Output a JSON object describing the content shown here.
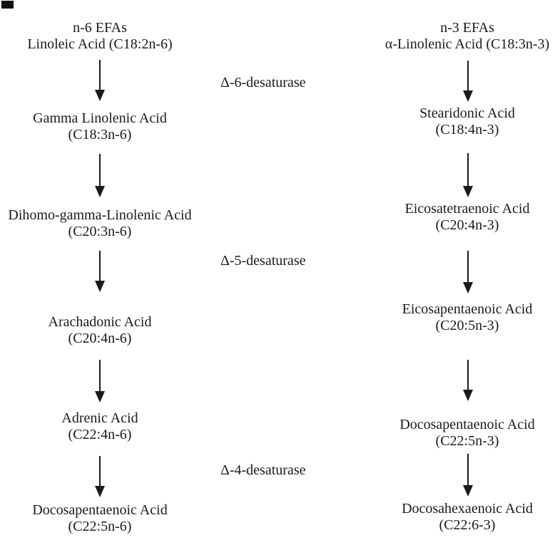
{
  "diagram": {
    "description": "Essential fatty acid desaturation and elongation pathways",
    "colors": {
      "ink": "#1a1a1a",
      "background": "#ffffff"
    },
    "columns": [
      {
        "id": "n6",
        "nodes": [
          {
            "line1": "n-6 EFAs",
            "line2": "Linoleic Acid (C18:2n-6)"
          },
          {
            "line1": "Gamma Linolenic Acid",
            "line2": "(C18:3n-6)"
          },
          {
            "line1": "Dihomo-gamma-Linolenic Acid",
            "line2": "(C20:3n-6)"
          },
          {
            "line1": "Arachadonic Acid",
            "line2": "(C20:4n-6)"
          },
          {
            "line1": "Adrenic Acid",
            "line2": "(C22:4n-6)"
          },
          {
            "line1": "Docosapentaenoic Acid",
            "line2": "(C22:5n-6)"
          }
        ]
      },
      {
        "id": "n3",
        "nodes": [
          {
            "line1": "n-3 EFAs",
            "line2": "α-Linolenic Acid (C18:3n-3)"
          },
          {
            "line1": "Stearidonic Acid",
            "line2": "(C18:4n-3)"
          },
          {
            "line1": "Eicosatetraenoic Acid",
            "line2": "(C20:4n-3)"
          },
          {
            "line1": "Eicosapentaenoic Acid",
            "line2": "(C20:5n-3)"
          },
          {
            "line1": "Docosapentaenoic Acid",
            "line2": "(C22:5n-3)"
          },
          {
            "line1": "Docosahexaenoic Acid",
            "line2": "(C22:6-3)"
          }
        ]
      }
    ],
    "enzymes": [
      {
        "label": "Δ-6-desaturase"
      },
      {
        "label": "Δ-5-desaturase"
      },
      {
        "label": "Δ-4-desaturase"
      }
    ]
  }
}
